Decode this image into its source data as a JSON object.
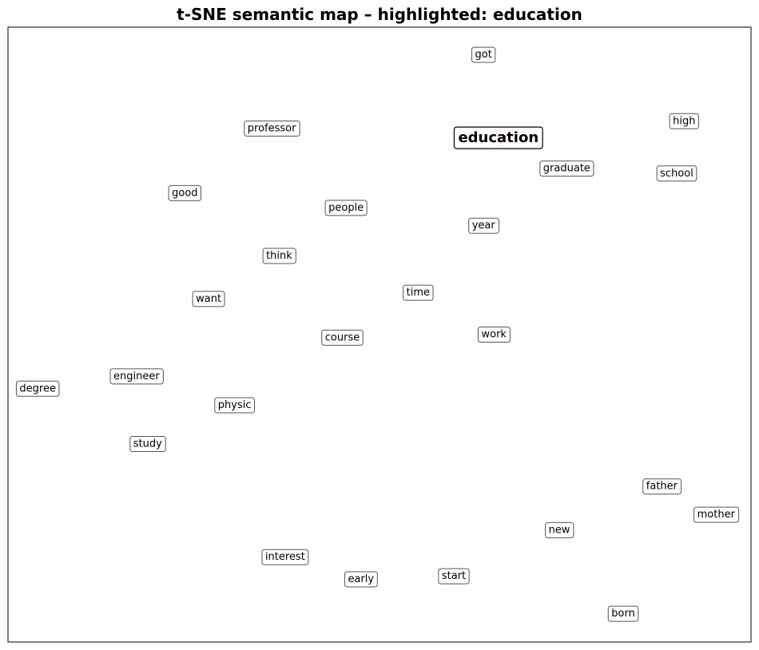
{
  "chart_data": {
    "type": "scatter",
    "title": "t-SNE semantic map – highlighted: education",
    "highlighted": "education",
    "grid": false,
    "colors": {
      "point": "#cfe0f0",
      "highlight_point": "#f4b8b8",
      "label_border": "#555555"
    },
    "points": [
      {
        "label": "got",
        "x": 0.64,
        "y": 0.955
      },
      {
        "label": "professor",
        "x": 0.355,
        "y": 0.835
      },
      {
        "label": "high",
        "x": 0.91,
        "y": 0.847
      },
      {
        "label": "education",
        "x": 0.66,
        "y": 0.82,
        "highlight": true
      },
      {
        "label": "graduate",
        "x": 0.752,
        "y": 0.77
      },
      {
        "label": "school",
        "x": 0.9,
        "y": 0.762
      },
      {
        "label": "good",
        "x": 0.238,
        "y": 0.73
      },
      {
        "label": "people",
        "x": 0.455,
        "y": 0.706
      },
      {
        "label": "year",
        "x": 0.64,
        "y": 0.677
      },
      {
        "label": "think",
        "x": 0.365,
        "y": 0.628
      },
      {
        "label": "want",
        "x": 0.27,
        "y": 0.558
      },
      {
        "label": "time",
        "x": 0.552,
        "y": 0.568
      },
      {
        "label": "course",
        "x": 0.45,
        "y": 0.495
      },
      {
        "label": "work",
        "x": 0.654,
        "y": 0.5
      },
      {
        "label": "engineer",
        "x": 0.173,
        "y": 0.432
      },
      {
        "label": "degree",
        "x": 0.04,
        "y": 0.412
      },
      {
        "label": "physic",
        "x": 0.305,
        "y": 0.385
      },
      {
        "label": "study",
        "x": 0.188,
        "y": 0.322
      },
      {
        "label": "father",
        "x": 0.88,
        "y": 0.253
      },
      {
        "label": "mother",
        "x": 0.953,
        "y": 0.207
      },
      {
        "label": "new",
        "x": 0.742,
        "y": 0.182
      },
      {
        "label": "interest",
        "x": 0.373,
        "y": 0.138
      },
      {
        "label": "early",
        "x": 0.475,
        "y": 0.102
      },
      {
        "label": "start",
        "x": 0.6,
        "y": 0.107
      },
      {
        "label": "born",
        "x": 0.828,
        "y": 0.046
      }
    ]
  }
}
